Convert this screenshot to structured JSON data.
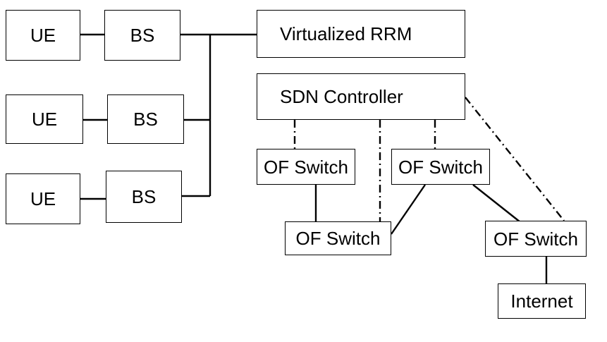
{
  "nodes": {
    "ue_1": "UE",
    "ue_2": "UE",
    "ue_3": "UE",
    "bs_1": "BS",
    "bs_2": "BS",
    "bs_3": "BS",
    "virtualized_rrm": "Virtualized RRM",
    "sdn_controller": "SDN Controller",
    "of_switch_left": "OF Switch",
    "of_switch_right": "OF Switch",
    "of_switch_middle": "OF Switch",
    "of_switch_edge": "OF Switch",
    "internet": "Internet"
  },
  "links": {
    "data_plane_style": "solid",
    "control_plane_style": "dash-dot"
  }
}
